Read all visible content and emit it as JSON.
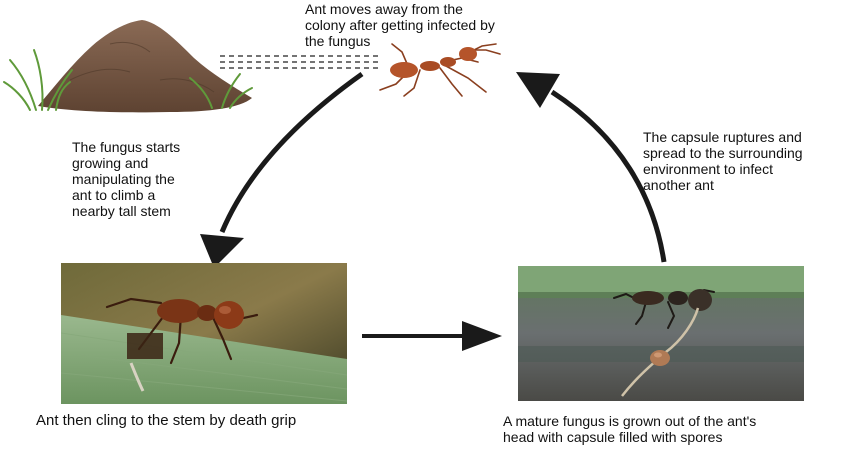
{
  "captions": {
    "top": [
      "Ant moves away from the",
      "colony after getting  infected by",
      "the fungus"
    ],
    "left": [
      "The fungus starts",
      "growing and",
      "manipulating the",
      "ant to climb a",
      "nearby tall stem"
    ],
    "right": [
      "The capsule ruptures and",
      "spread to the surrounding",
      "environment to infect",
      "another ant"
    ],
    "bottom_left": "Ant then cling to the stem by death grip",
    "bottom_right": [
      "A mature fungus is grown out of the ant's",
      "head  with capsule filled with spores"
    ]
  },
  "colors": {
    "arrow": "#1a1a1a",
    "soil": "#7a5a45",
    "grass": "#5f9a3a",
    "ant": "#b5542a",
    "leaf": "#7fa576",
    "capsule": "#b07a55"
  }
}
